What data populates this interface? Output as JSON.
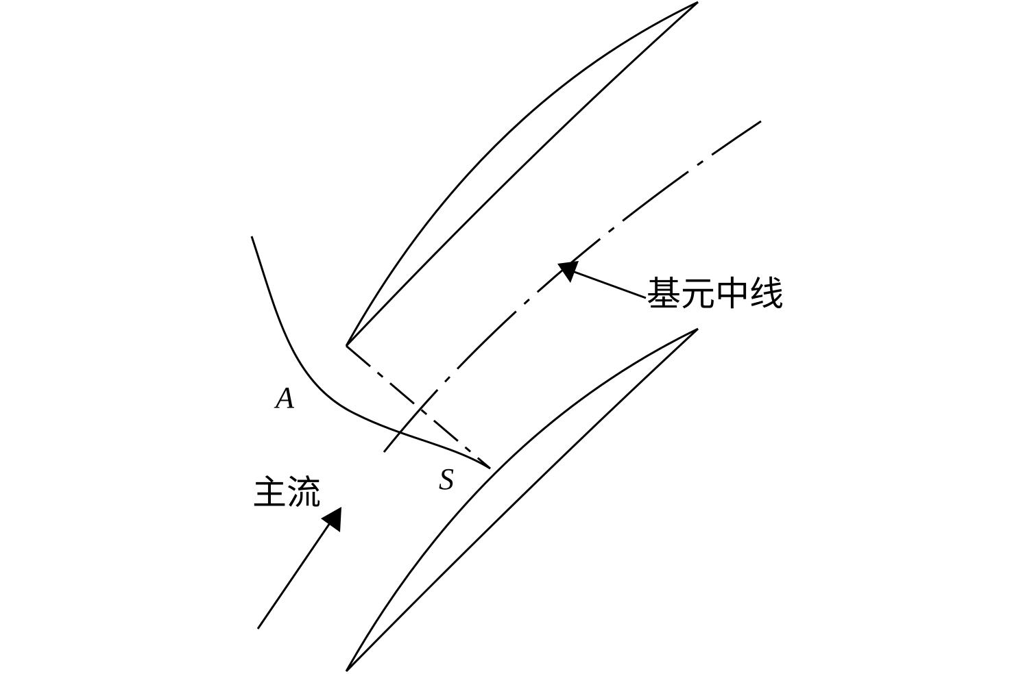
{
  "labels": {
    "point_a": "A",
    "point_s": "S",
    "main_flow": "主流",
    "element_centerline": "基元中线"
  },
  "colors": {
    "line": "#000000",
    "background": "#ffffff"
  }
}
